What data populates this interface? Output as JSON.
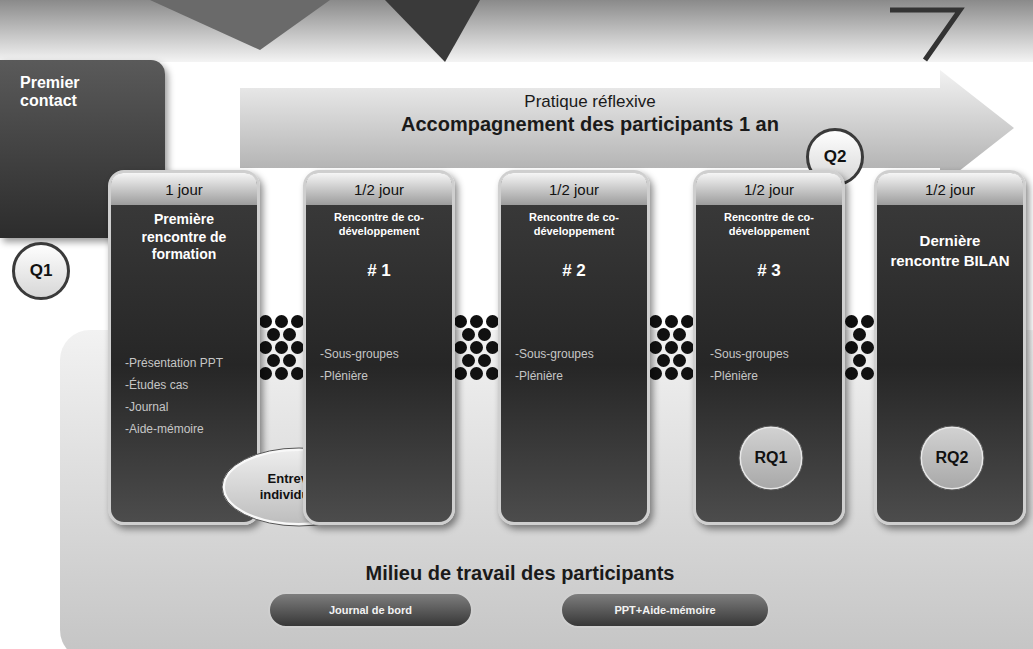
{
  "diagram": {
    "title": "Accompagnement des participants 1 an",
    "nodes": [
      {
        "text": [
          "Premier contact"
        ]
      },
      {
        "text": [
          "Q1"
        ]
      },
      {
        "text": [
          "Q2"
        ]
      },
      {
        "text": [
          "1 jour",
          "Première rencontre de formation",
          "-Présentation PPT",
          "-Études cas",
          "-Journal",
          "-Aide-mémoire"
        ]
      },
      {
        "text": [
          "Entrevues individuelles"
        ]
      },
      {
        "text": [
          "1/2 jour",
          "Rencontre de co-développement",
          "# 1",
          "-Sous-groupes",
          "-Plénière"
        ]
      },
      {
        "text": [
          "1/2 jour",
          "Rencontre de co-développement",
          "# 2",
          "-Sous-groupes",
          "-Plénière"
        ]
      },
      {
        "text": [
          "1/2 jour",
          "Rencontre de co-développement",
          "# 3",
          "-Sous-groupes",
          "-Plénière"
        ]
      },
      {
        "text": [
          "RQ1"
        ],
        "in": 7
      },
      {
        "text": [
          "1/2 jour",
          "Dernière rencontre BILAN"
        ]
      },
      {
        "text": [
          "RQ2"
        ],
        "in": 9
      },
      {
        "text": [
          "Journal de bord"
        ]
      },
      {
        "text": [
          "PPT+Aide-mémoire"
        ]
      }
    ],
    "edges": [
      {
        "from": 3,
        "to": 5,
        "arrow": "none"
      },
      {
        "from": 5,
        "to": 6,
        "arrow": "none"
      },
      {
        "from": 6,
        "to": 7,
        "arrow": "none"
      },
      {
        "from": 7,
        "to": 9,
        "arrow": "none"
      }
    ],
    "labels": [
      "Pratique réflexive",
      "Milieu de travail des participants"
    ]
  }
}
